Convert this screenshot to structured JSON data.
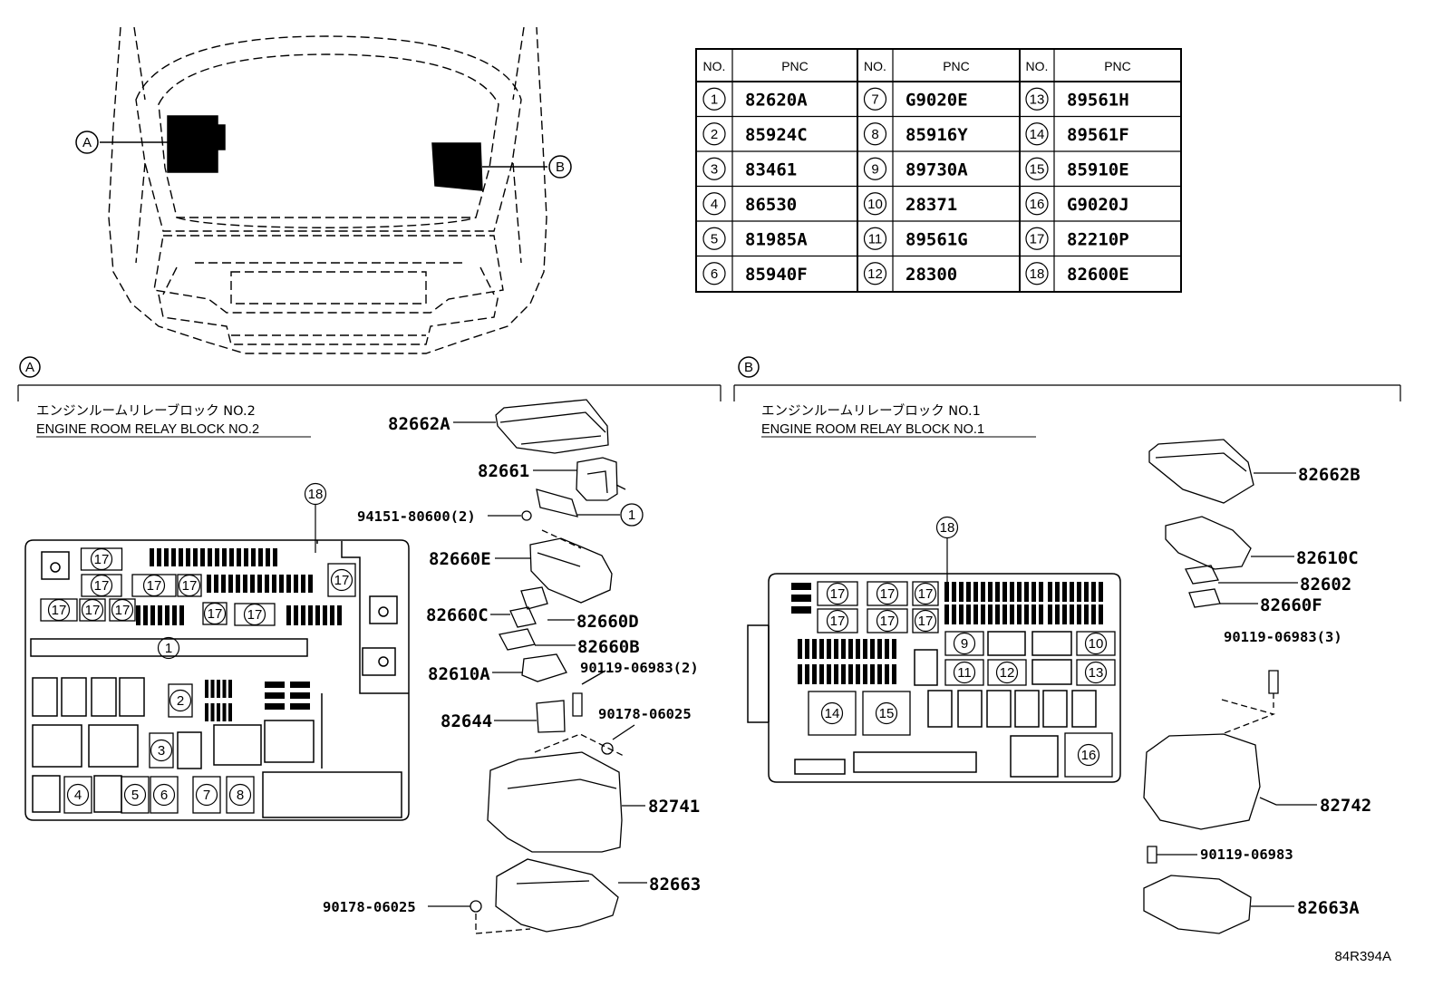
{
  "table": {
    "headers": [
      "NO.",
      "PNC",
      "NO.",
      "PNC",
      "NO.",
      "PNC"
    ],
    "rows": [
      [
        {
          "no": "1",
          "pnc": "82620A"
        },
        {
          "no": "7",
          "pnc": "G9020E"
        },
        {
          "no": "13",
          "pnc": "89561H"
        }
      ],
      [
        {
          "no": "2",
          "pnc": "85924C"
        },
        {
          "no": "8",
          "pnc": "85916Y"
        },
        {
          "no": "14",
          "pnc": "89561F"
        }
      ],
      [
        {
          "no": "3",
          "pnc": "83461"
        },
        {
          "no": "9",
          "pnc": "89730A"
        },
        {
          "no": "15",
          "pnc": "85910E"
        }
      ],
      [
        {
          "no": "4",
          "pnc": "86530"
        },
        {
          "no": "10",
          "pnc": "28371"
        },
        {
          "no": "16",
          "pnc": "G9020J"
        }
      ],
      [
        {
          "no": "5",
          "pnc": "81985A"
        },
        {
          "no": "11",
          "pnc": "89561G"
        },
        {
          "no": "17",
          "pnc": "82210P"
        }
      ],
      [
        {
          "no": "6",
          "pnc": "85940F"
        },
        {
          "no": "12",
          "pnc": "28300"
        },
        {
          "no": "18",
          "pnc": "82600E"
        }
      ]
    ]
  },
  "vehicle": {
    "callout_a": "A",
    "callout_b": "B"
  },
  "section_a": {
    "marker": "A",
    "title_jp": "エンジンルームリレーブロック NO.2",
    "title_en": "ENGINE ROOM RELAY BLOCK NO.2",
    "parts": {
      "p82662A": "82662A",
      "p82661": "82661",
      "p94151": "94151-80600(2)",
      "p82660E": "82660E",
      "p82660C": "82660C",
      "p82660D": "82660D",
      "p82660B": "82660B",
      "p82610A": "82610A",
      "p90119": "90119-06983(2)",
      "p82644": "82644",
      "p90178a": "90178-06025",
      "p82741": "82741",
      "p82663": "82663",
      "p90178b": "90178-06025"
    },
    "callout_1": "1",
    "callout_18": "18",
    "block_nums": {
      "n1": "1",
      "n2": "2",
      "n3": "3",
      "n4": "4",
      "n5": "5",
      "n6": "6",
      "n7": "7",
      "n8": "8",
      "n17": "17",
      "n18": "18"
    }
  },
  "section_b": {
    "marker": "B",
    "title_jp": "エンジンルームリレーブロック NO.1",
    "title_en": "ENGINE ROOM RELAY BLOCK NO.1",
    "parts": {
      "p82662B": "82662B",
      "p82610C": "82610C",
      "p82602": "82602",
      "p82660F": "82660F",
      "p90119_3": "90119-06983(3)",
      "p82742": "82742",
      "p90119": "90119-06983",
      "p82663A": "82663A"
    },
    "block_nums": {
      "n9": "9",
      "n10": "10",
      "n11": "11",
      "n12": "12",
      "n13": "13",
      "n14": "14",
      "n15": "15",
      "n16": "16",
      "n17": "17",
      "n18": "18"
    }
  },
  "ref_code": "84R394A"
}
